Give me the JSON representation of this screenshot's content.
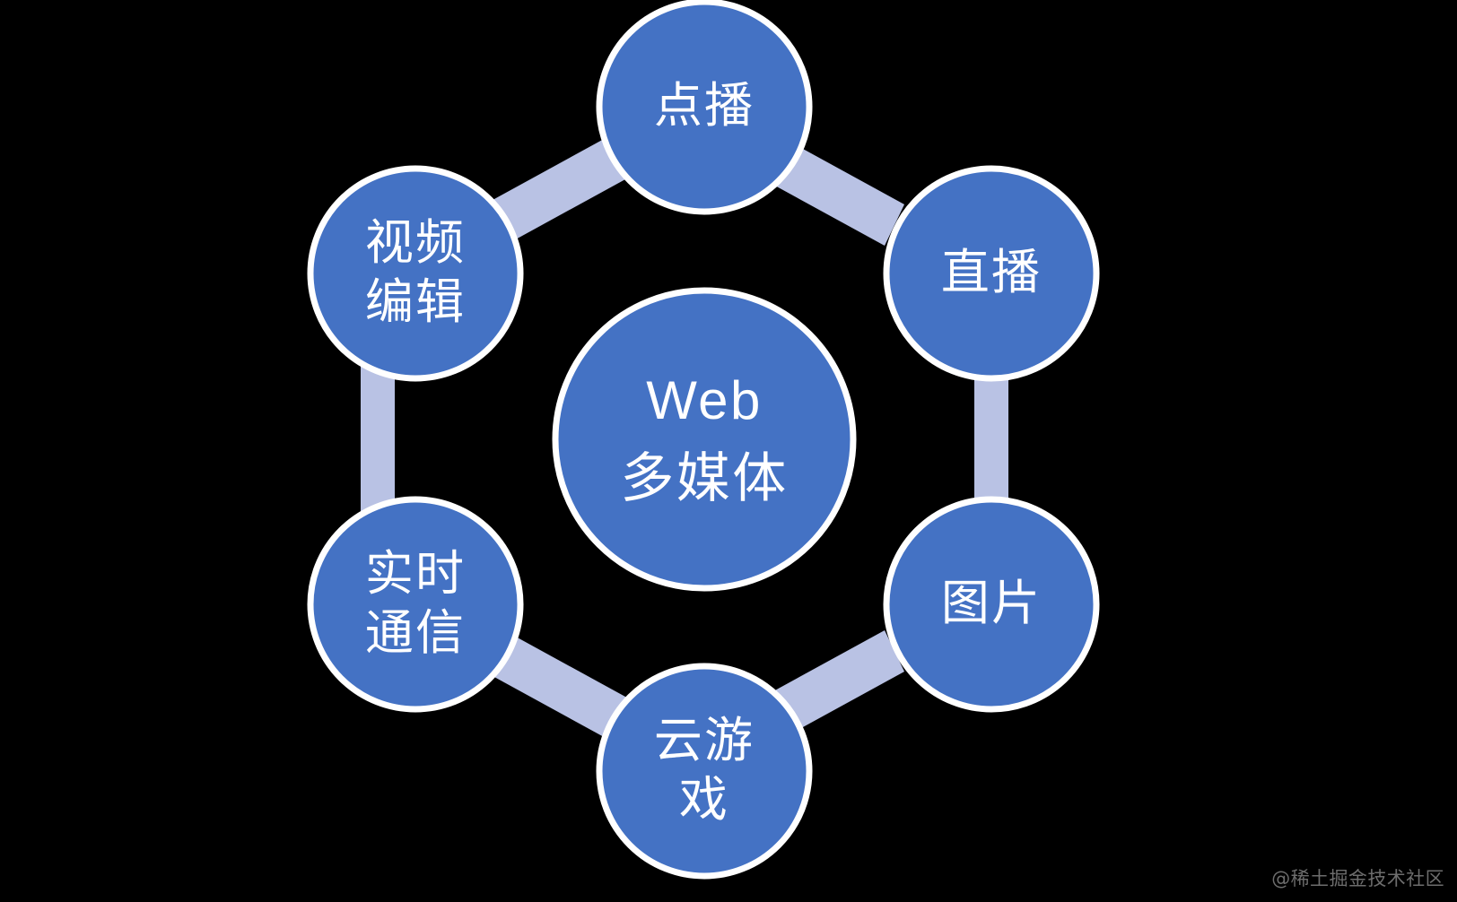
{
  "diagram": {
    "type": "cycle-hub-and-spoke",
    "background_color": "#000000",
    "node_fill_color": "#4472c4",
    "node_stroke_color": "#ffffff",
    "connector_color": "#b9c2e4",
    "label_color": "#ffffff",
    "hub": {
      "id": "hub-web-multimedia",
      "label": "Web\n多媒体",
      "line1": "Web",
      "line2": "多媒体"
    },
    "spokes": [
      {
        "id": "node-vod",
        "label": "点播",
        "position": "top"
      },
      {
        "id": "node-live",
        "label": "直播",
        "position": "top-right"
      },
      {
        "id": "node-image",
        "label": "图片",
        "position": "bottom-right"
      },
      {
        "id": "node-cloud-game",
        "label": "云游\n戏",
        "position": "bottom"
      },
      {
        "id": "node-rtc",
        "label": "实时\n通信",
        "position": "bottom-left"
      },
      {
        "id": "node-video-edit",
        "label": "视频\n编辑",
        "position": "top-left"
      }
    ]
  },
  "watermark": {
    "text": "@稀土掘金技术社区"
  }
}
